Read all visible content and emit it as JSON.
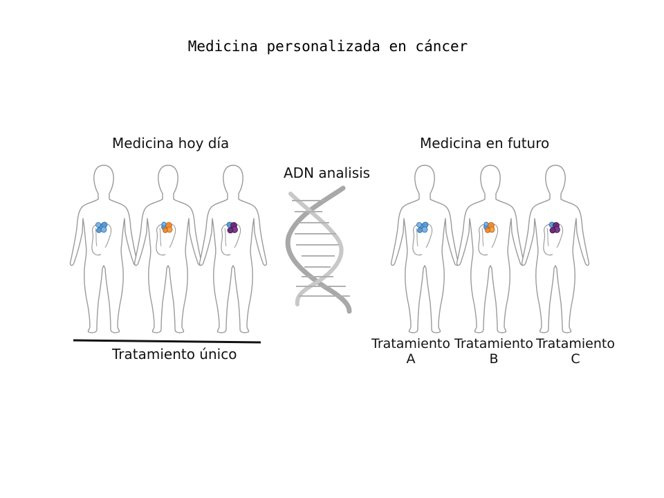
{
  "title": "Medicina personalizada en cáncer",
  "left_panel": {
    "heading": "Medicina hoy día",
    "treatment": "Tratamiento único",
    "figures": [
      {
        "tumor": "blue-tumor-icon"
      },
      {
        "tumor": "orange-tumor-icon"
      },
      {
        "tumor": "purple-tumor-icon"
      }
    ]
  },
  "center": {
    "label": "ADN analisis"
  },
  "right_panel": {
    "heading": "Medicina en futuro",
    "treatments": [
      {
        "line1": "Tratamiento",
        "line2": "A"
      },
      {
        "line1": "Tratamiento",
        "line2": "B"
      },
      {
        "line1": "Tratamiento",
        "line2": "C"
      }
    ]
  },
  "colors": {
    "outline": "#9a9a9a",
    "blue": "#5b9bd5",
    "orange": "#f08a30",
    "purple": "#6b2d7a",
    "dna": "#a8a8a8"
  }
}
